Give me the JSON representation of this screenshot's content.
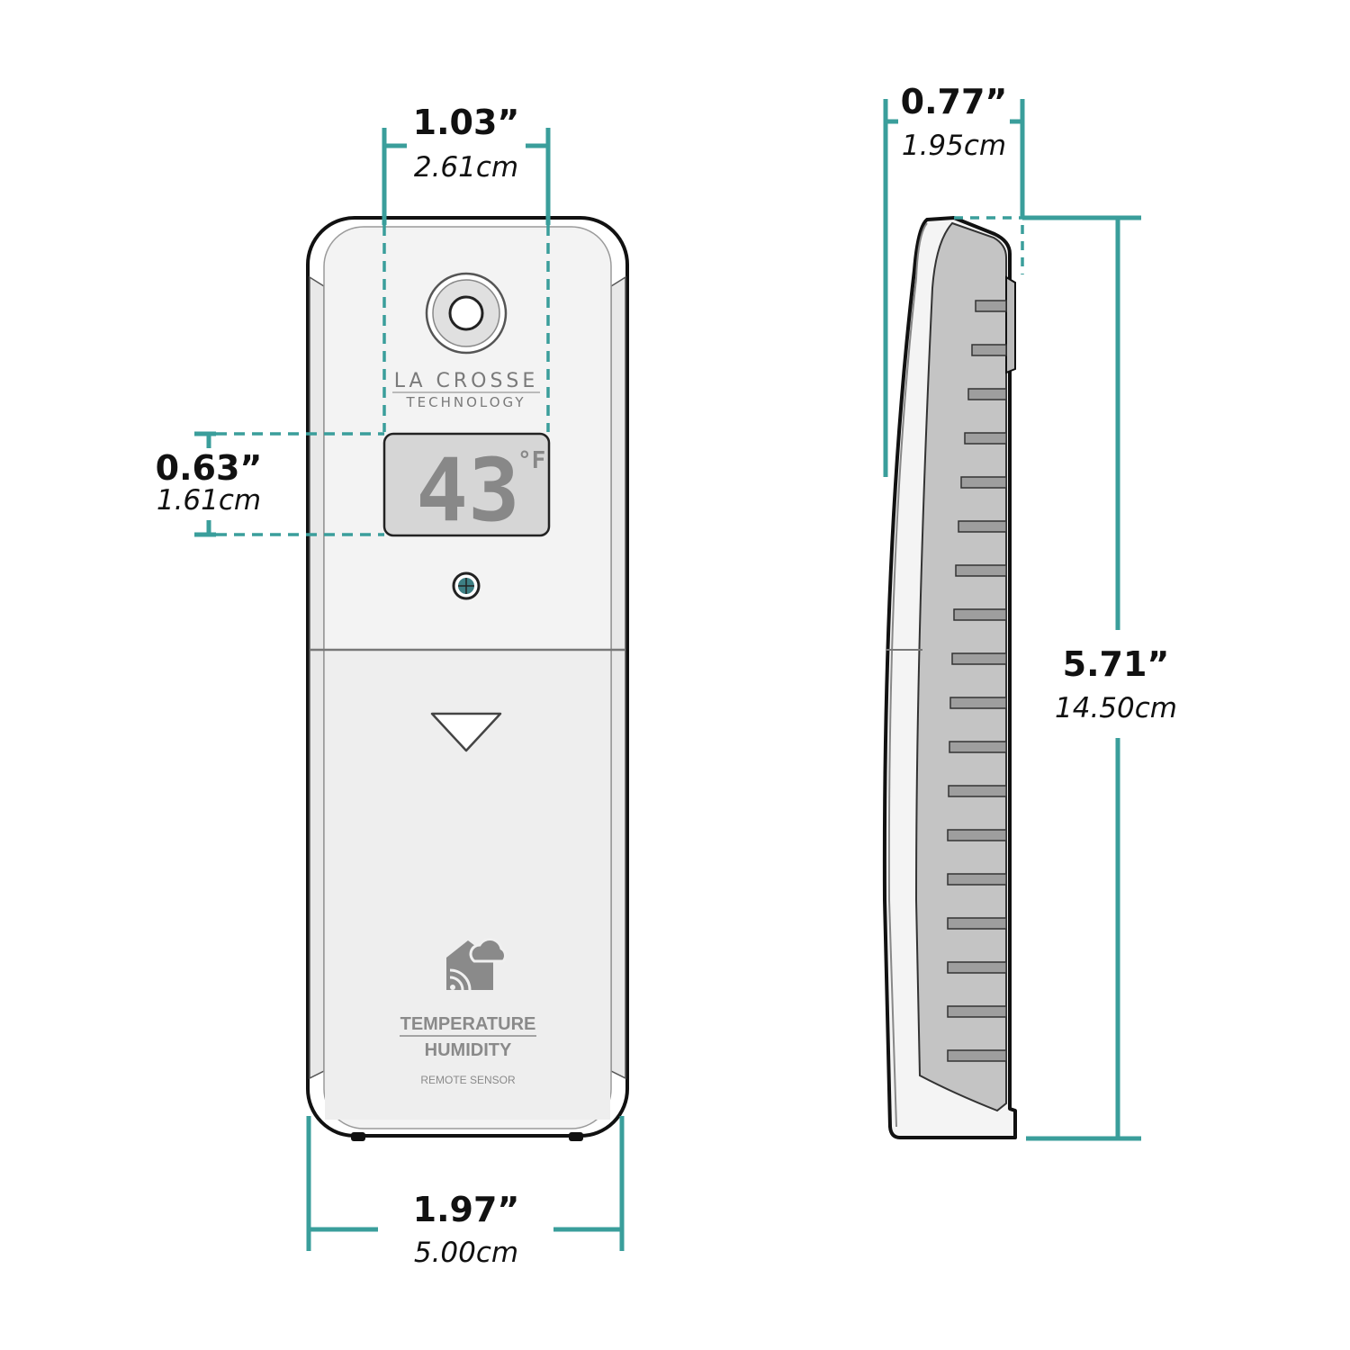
{
  "colors": {
    "accent": "#3a9e9b",
    "outline": "#111111",
    "body": "#f2f2f2",
    "lcd": "#d4d4d4",
    "label_text": "#8a8a8a"
  },
  "dimensions": {
    "sensor_width": {
      "inches": "1.03”",
      "cm": "2.61cm"
    },
    "display_height": {
      "inches": "0.63”",
      "cm": "1.61cm"
    },
    "overall_width": {
      "inches": "1.97”",
      "cm": "5.00cm"
    },
    "depth": {
      "inches": "0.77”",
      "cm": "1.95cm"
    },
    "height": {
      "inches": "5.71”",
      "cm": "14.50cm"
    }
  },
  "device": {
    "brand_line1": "LA CROSSE",
    "brand_line2": "TECHNOLOGY",
    "display_value": "43",
    "display_unit": "°F",
    "label_line1": "TEMPERATURE",
    "label_line2": "HUMIDITY",
    "label_line3": "REMOTE SENSOR",
    "arrow_icon": "down-triangle-icon",
    "logo_icon": "house-cloud-signal-icon"
  }
}
